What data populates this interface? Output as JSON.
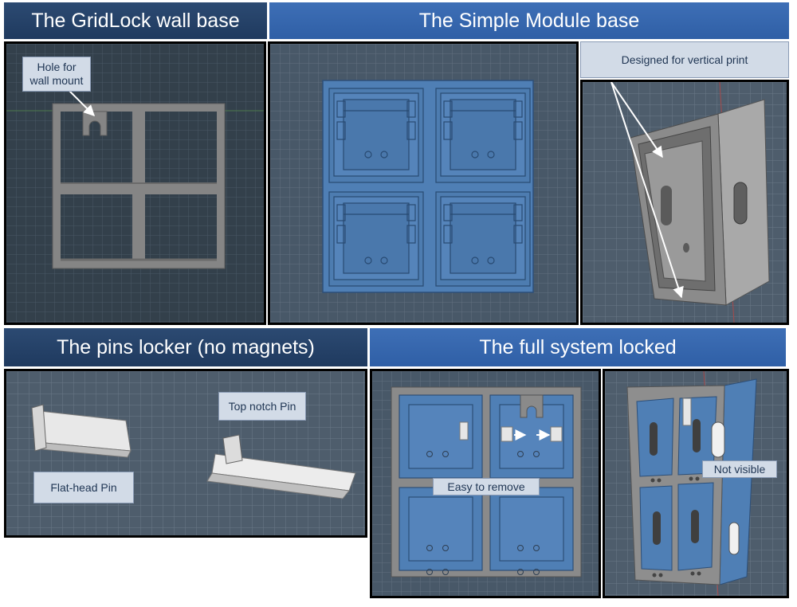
{
  "headers": {
    "gridlock": "The GridLock wall base",
    "simple_module": "The Simple Module base",
    "pins_locker": "The pins locker (no magnets)",
    "full_system": "The full system locked"
  },
  "callouts": {
    "hole_line1": "Hole for",
    "hole_line2": "wall mount",
    "vertical_print": "Designed for vertical print",
    "top_notch_pin": "Top notch Pin",
    "flat_head_pin": "Flat-head Pin",
    "easy_remove": "Easy to remove",
    "not_visible": "Not visible"
  },
  "colors": {
    "header_dark": "#1f3a5f",
    "header_blue": "#2f5fa6",
    "grid_bg_dark": "#33404b",
    "grid_bg_blue": "#4a5a6a",
    "part_grey": "#7f7f7f",
    "module_blue": "#4f7fb5",
    "callout_bg": "#d2dbe7"
  }
}
